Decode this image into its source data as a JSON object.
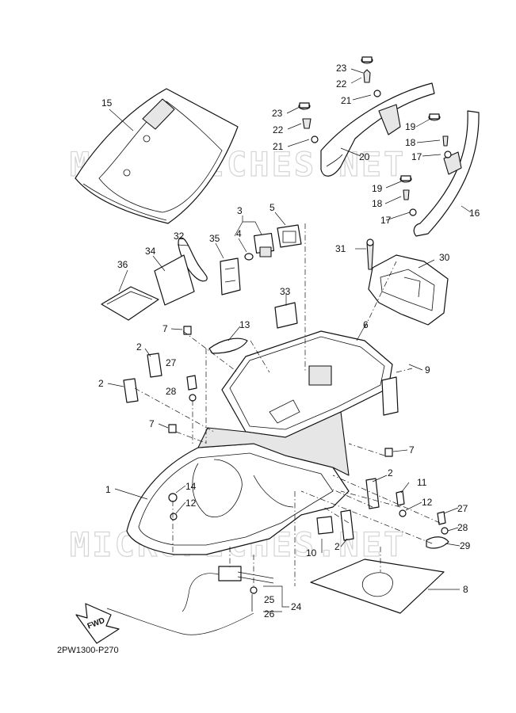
{
  "watermark": "MICROFICHES.NET",
  "diagram_code": "2PW1300-P270",
  "direction_label": "FWD",
  "callouts": {
    "c1": "1",
    "c2a": "2",
    "c2b": "2",
    "c2c": "2",
    "c2d": "2",
    "c3": "3",
    "c4": "4",
    "c5": "5",
    "c6": "6",
    "c7a": "7",
    "c7b": "7",
    "c7c": "7",
    "c8": "8",
    "c9": "9",
    "c10": "10",
    "c11": "11",
    "c12a": "12",
    "c12b": "12",
    "c13": "13",
    "c14": "14",
    "c15": "15",
    "c16": "16",
    "c17a": "17",
    "c17b": "17",
    "c18a": "18",
    "c18b": "18",
    "c19a": "19",
    "c19b": "19",
    "c20": "20",
    "c21a": "21",
    "c21b": "21",
    "c22a": "22",
    "c22b": "22",
    "c23a": "23",
    "c23b": "23",
    "c24": "24",
    "c25": "25",
    "c26": "26",
    "c27a": "27",
    "c27b": "27",
    "c28a": "28",
    "c28b": "28",
    "c29": "29",
    "c30": "30",
    "c31": "31",
    "c32": "32",
    "c33": "33",
    "c34": "34",
    "c35": "35",
    "c36": "36"
  }
}
